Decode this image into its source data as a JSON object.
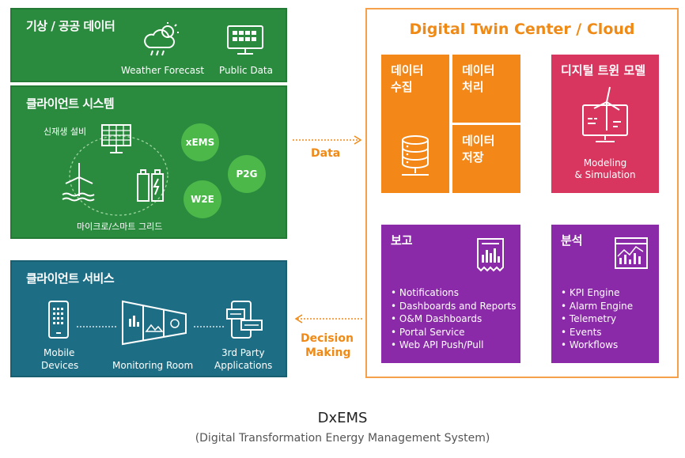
{
  "weather_panel": {
    "title": "기상 / 공공 데이터",
    "weather_label": "Weather Forecast",
    "public_label": "Public Data"
  },
  "client_system": {
    "title": "클라이언트 시스템",
    "renewable_label": "신재생 설비",
    "microgrid_label": "마이크로/스마트 그리드",
    "circles": [
      "xEMS",
      "P2G",
      "W2E"
    ]
  },
  "client_service": {
    "title": "클라이언트 서비스",
    "mobile_label_1": "Mobile",
    "mobile_label_2": "Devices",
    "monitoring_label": "Monitoring Room",
    "third_label_1": "3rd Party",
    "third_label_2": "Applications"
  },
  "arrows": {
    "data_label": "Data",
    "decision_label_1": "Decision",
    "decision_label_2": "Making"
  },
  "cloud": {
    "title": "Digital Twin Center / Cloud",
    "collect": [
      "데이터",
      "수집"
    ],
    "process": [
      "데이터",
      "처리"
    ],
    "store": [
      "데이터",
      "저장"
    ],
    "model_title": "디지털 트윈 모델",
    "model_sub_1": "Modeling",
    "model_sub_2": "& Simulation",
    "report_title": "보고",
    "report_items": [
      "Notifications",
      "Dashboards and Reports",
      "O&M Dashboards",
      "Portal Service",
      "Web API Push/Pull"
    ],
    "analysis_title": "분석",
    "analysis_items": [
      "KPI Engine",
      "Alarm Engine",
      "Telemetry",
      "Events",
      "Workflows"
    ]
  },
  "footer": {
    "title": "DxEMS",
    "subtitle": "(Digital Transformation Energy Management System)"
  },
  "colors": {
    "green": "#2a8a3e",
    "teal": "#1d6e84",
    "orange": "#f38717",
    "pink": "#d8365f",
    "purple": "#8b2aa8",
    "accent": "#f08a17"
  }
}
